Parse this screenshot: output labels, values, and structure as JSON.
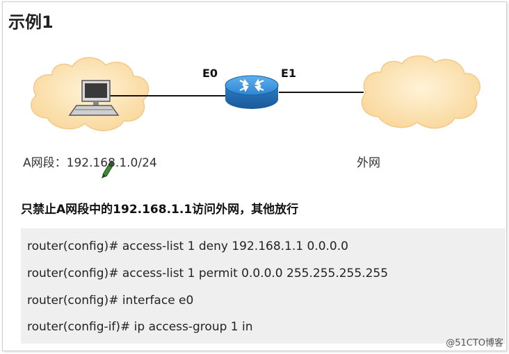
{
  "title": "示例1",
  "diagram": {
    "port_left": "E0",
    "port_right": "E1",
    "network_a_label": "A网段：192.168.1.0/24",
    "external_label": "外网"
  },
  "rule_text": "只禁止A网段中的192.168.1.1访问外网，其他放行",
  "config_lines": [
    "router(config)# access-list 1 deny 192.168.1.1 0.0.0.0",
    "router(config)# access-list 1 permit 0.0.0.0 255.255.255.255",
    "router(config)# interface e0",
    "router(config-if)# ip access-group 1 in"
  ],
  "watermark": "@51CTO博客",
  "colors": {
    "cloud": "#fde3b2",
    "router": "#2b8ad6",
    "config_bg": "#efefef"
  }
}
